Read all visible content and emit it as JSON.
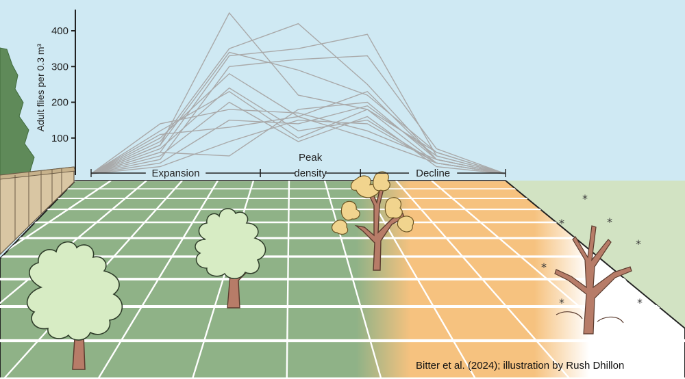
{
  "colors": {
    "sky": "#cfe9f3",
    "ground_green": "#8fb287",
    "ground_orange": "#f6c27f",
    "ground_snow": "#ffffff",
    "grid_line": "#ffffff",
    "series_line": "#a9a9a9",
    "tree_leaf": "#d7ecc4",
    "tree_trunk": "#b77c68",
    "autumn_leaf": "#f1d48e",
    "conifer": "#5f8a59",
    "wall": "#d9c6a3"
  },
  "chart_data": {
    "type": "line",
    "title": "",
    "xlabel": "",
    "ylabel": "Adult flies per 0.3 m³",
    "y_ticks": [
      100,
      200,
      300,
      400
    ],
    "ylim": [
      0,
      450
    ],
    "x": [
      0,
      1,
      2,
      3,
      4,
      5,
      6
    ],
    "phases": [
      {
        "label": "Expansion",
        "from": 0,
        "to": 2.45
      },
      {
        "label": "Peak",
        "label2": "density",
        "from": 2.45,
        "to": 3.9
      },
      {
        "label": "Decline",
        "from": 3.9,
        "to": 6
      }
    ],
    "series": [
      {
        "values": [
          0,
          80,
          450,
          220,
          180,
          30,
          0
        ]
      },
      {
        "values": [
          0,
          90,
          350,
          420,
          250,
          40,
          0
        ]
      },
      {
        "values": [
          0,
          60,
          330,
          350,
          390,
          50,
          0
        ]
      },
      {
        "values": [
          0,
          40,
          300,
          320,
          330,
          70,
          0
        ]
      },
      {
        "values": [
          0,
          100,
          280,
          160,
          230,
          40,
          0
        ]
      },
      {
        "values": [
          0,
          70,
          240,
          120,
          150,
          30,
          0
        ]
      },
      {
        "values": [
          0,
          120,
          230,
          100,
          180,
          60,
          0
        ]
      },
      {
        "values": [
          0,
          50,
          200,
          90,
          160,
          20,
          0
        ]
      },
      {
        "values": [
          0,
          140,
          180,
          170,
          120,
          40,
          0
        ]
      },
      {
        "values": [
          0,
          30,
          150,
          140,
          190,
          50,
          0
        ]
      },
      {
        "values": [
          0,
          110,
          130,
          160,
          100,
          30,
          0
        ]
      },
      {
        "values": [
          0,
          20,
          90,
          150,
          140,
          30,
          0
        ]
      },
      {
        "values": [
          0,
          60,
          50,
          180,
          200,
          40,
          0
        ]
      },
      {
        "values": [
          0,
          80,
          340,
          290,
          220,
          60,
          0
        ]
      }
    ]
  },
  "credit": "Bitter et al. (2024); illustration by Rush Dhillon"
}
